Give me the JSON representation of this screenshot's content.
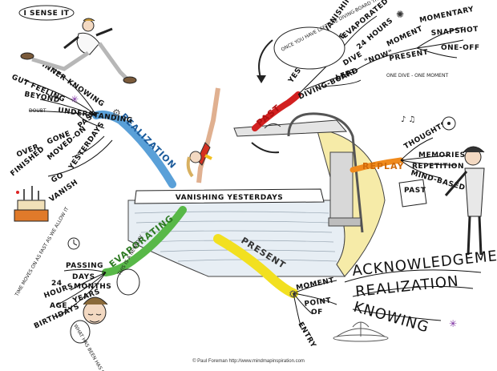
{
  "center": {
    "title": "VANISHING YESTERDAYS"
  },
  "branches": {
    "realization": {
      "label": "REALIZATION",
      "color": "#5aa0d8",
      "words": [
        "INNER KNOWING",
        "GUT FEELING",
        "BEYOND",
        "UNDERSTANDING",
        "DOUBT",
        "PAST",
        "OVER",
        "GONE",
        "FINISHED",
        "MOVED-ON",
        "YESTERDAYS",
        "GO",
        "VANISH"
      ],
      "speech": "I SENSE IT"
    },
    "past": {
      "label": "PAST",
      "color": "#d22020",
      "words": [
        "YESTERDAY'S VANISHING",
        "DIVING-BOARD",
        "GONE",
        "EVAPORATED",
        "DIVE",
        "24 HOURS",
        "LEFT",
        "\"NOW\"",
        "MOMENT",
        "PRESENT",
        "MOMENTARY",
        "SNAPSHOT",
        "ONE-OFF",
        "ONE DIVE - ONE MOMENT"
      ],
      "speech": "ONCE YOU HAVE LEFT THE DIVING-BOARD THERE IS NO GOING BACK"
    },
    "replay": {
      "label": "REPLAY",
      "color": "#f08a1c",
      "words": [
        "THOUGHTS",
        "MEMORIES",
        "REPETITION",
        "MIND-BASED"
      ],
      "sign": "PAST"
    },
    "evaporating": {
      "label": "EVAPORATING",
      "color": "#58b848",
      "words": [
        "PASSING",
        "DAYS",
        "24",
        "HOURS",
        "MONTHS",
        "AGE",
        "YEARS",
        "BIRTHDAYS"
      ],
      "side_text": "TIME MOVES ON AS FAST AS WE ALLOW IT",
      "speech_a": "THIS IS A NEW DAY",
      "speech_b": "WHAT HAS BEEN HAS GONE"
    },
    "present": {
      "label": "PRESENT",
      "color": "#f2e020",
      "words": [
        "MOMENT",
        "POINT",
        "OF",
        "ENTRY"
      ],
      "big_words": [
        "ACKNOWLEDGEMENT",
        "REALIZATION",
        "KNOWING"
      ]
    }
  },
  "credit": "© Paul Foreman http://www.mindmapinspiration.com"
}
